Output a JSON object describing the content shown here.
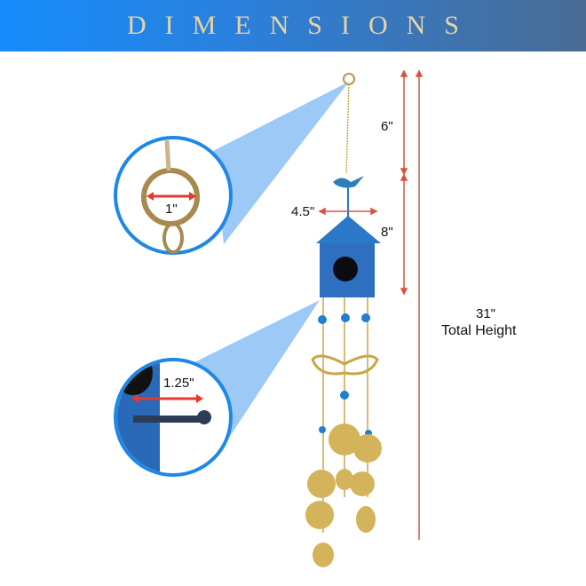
{
  "header": {
    "title": "DIMENSIONS"
  },
  "labels": {
    "ring": "1\"",
    "rod": "1.25\"",
    "width": "4.5\"",
    "top": "6\"",
    "house": "8\"",
    "total_value": "31\"",
    "total_text": "Total Height"
  },
  "colors": {
    "arrow": "#e8392c",
    "accent": "#1e88e5",
    "gold": "#c9a748",
    "blue": "#2a78c8"
  }
}
